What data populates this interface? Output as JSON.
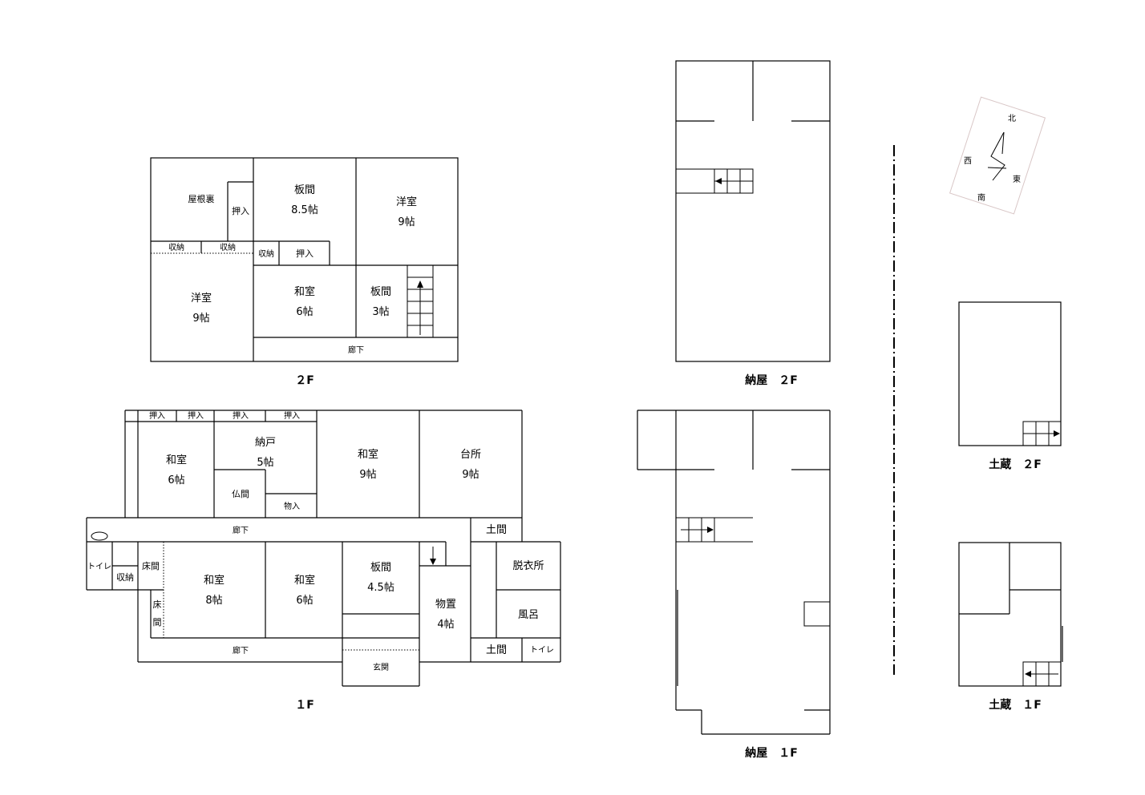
{
  "floor_2f": {
    "caption": "２F",
    "yanaura": "屋根裏",
    "oshiire_a": "押入",
    "itama_a": "板間",
    "itama_a_size": "8.5帖",
    "yoshitsu_a": "洋室",
    "yoshitsu_a_size": "9帖",
    "shuno_a": "収納",
    "shuno_b": "収納",
    "shuno_c": "収納",
    "oshiire_b": "押入",
    "yoshitsu_b": "洋室",
    "yoshitsu_b_size": "9帖",
    "washitsu": "和室",
    "washitsu_size": "6帖",
    "itama_b": "板間",
    "itama_b_size": "3帖",
    "roka": "廊下"
  },
  "floor_1f": {
    "caption": "１F",
    "oshiire_1": "押入",
    "oshiire_2": "押入",
    "oshiire_3": "押入",
    "oshiire_4": "押入",
    "washitsu_a": "和室",
    "washitsu_a_size": "6帖",
    "nando": "納戸",
    "nando_size": "5帖",
    "washitsu_b": "和室",
    "washitsu_b_size": "9帖",
    "daidokoro": "台所",
    "daidokoro_size": "9帖",
    "butsuma": "仏間",
    "monoire": "物入",
    "roka_a": "廊下",
    "doma_a": "土間",
    "toilet_a": "トイレ",
    "shuno": "収納",
    "tokonoma_a": "床間",
    "tokonoma_b_1": "床",
    "tokonoma_b_2": "間",
    "washitsu_c": "和室",
    "washitsu_c_size": "8帖",
    "washitsu_d": "和室",
    "washitsu_d_size": "6帖",
    "itama": "板間",
    "itama_size": "4.5帖",
    "datsuijo": "脱衣所",
    "monooki": "物置",
    "monooki_size": "4帖",
    "furo": "風呂",
    "roka_b": "廊下",
    "doma_b": "土間",
    "toilet_b": "トイレ",
    "genkan": "玄関"
  },
  "captions": {
    "naya_2f": "納屋　２F",
    "naya_1f": "納屋　１F",
    "dozo_2f": "土蔵　２F",
    "dozo_1f": "土蔵　１F"
  },
  "compass": {
    "north": "北",
    "south": "南",
    "east": "東",
    "west": "西"
  }
}
